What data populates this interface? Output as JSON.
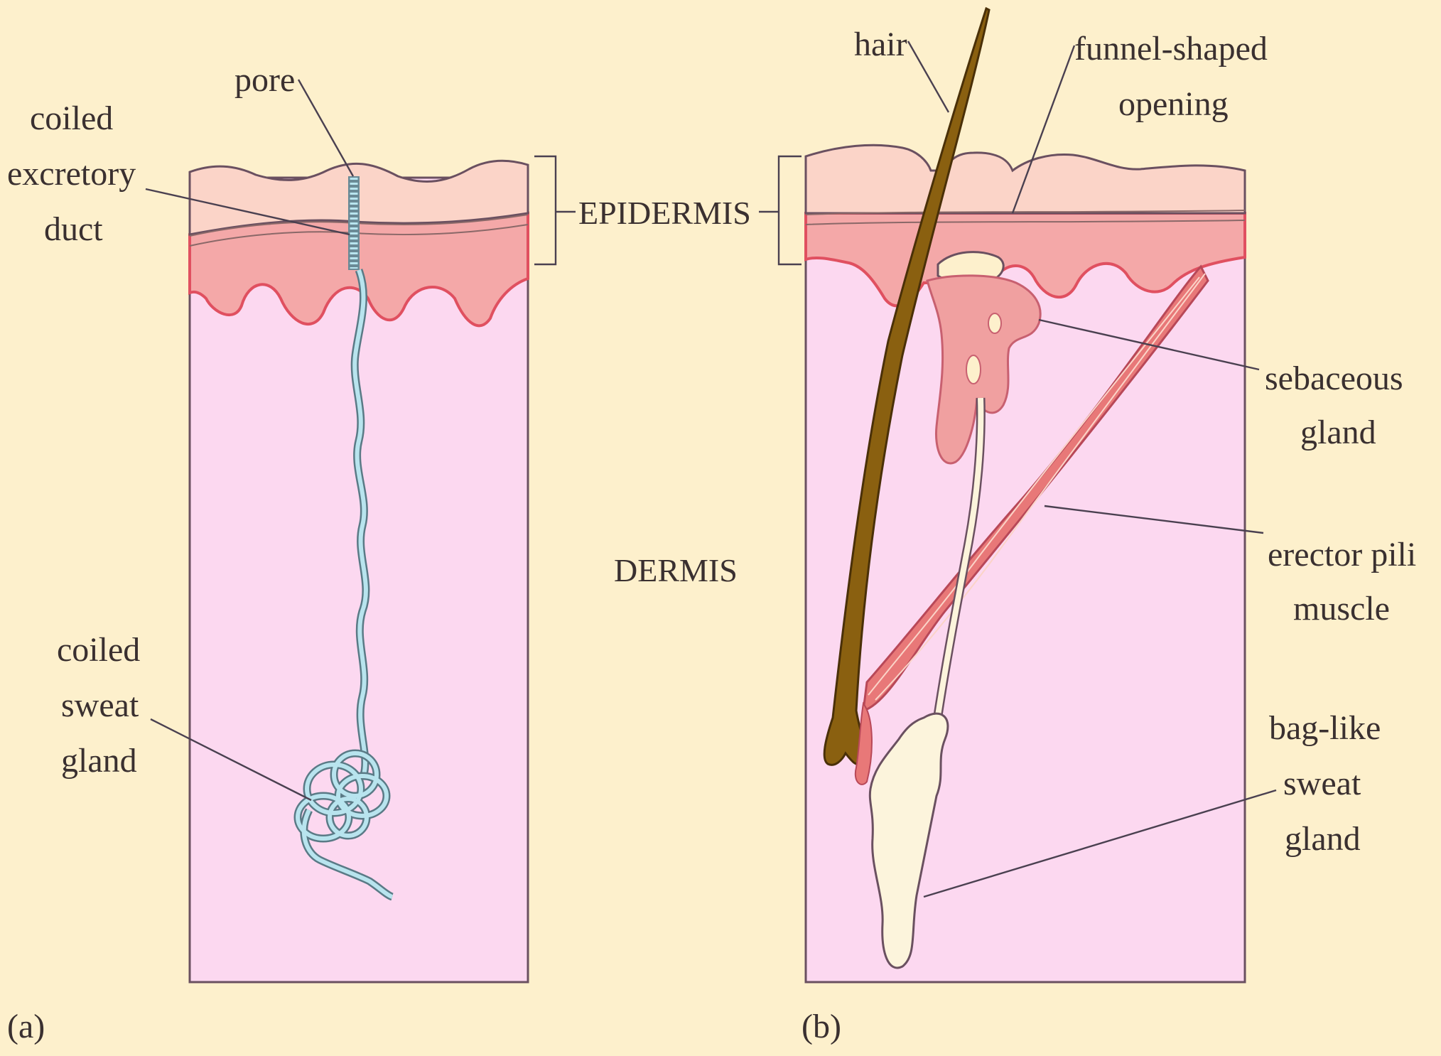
{
  "colors": {
    "background": "#fdf0cc",
    "dermis": "#fcd8f0",
    "epidermis_upper": "#fbd4c8",
    "epidermis_lower": "#f4a8a8",
    "basal_line": "#e05060",
    "outline": "#6a5060",
    "sweat_duct": "#b8e4ee",
    "hair": "#8a6010",
    "sebaceous": "#f0a0a0",
    "muscle": "#e87878",
    "bag_gland": "#fcf4dc"
  },
  "panel_a": {
    "label": "(a)",
    "labels": {
      "pore": "pore",
      "duct_1": "coiled",
      "duct_2": "excretory",
      "duct_3": "duct",
      "gland_1": "coiled",
      "gland_2": "sweat",
      "gland_3": "gland"
    }
  },
  "center": {
    "epidermis": "EPIDERMIS",
    "dermis": "DERMIS"
  },
  "panel_b": {
    "label": "(b)",
    "labels": {
      "hair": "hair",
      "funnel_1": "funnel-shaped",
      "funnel_2": "opening",
      "sebaceous_1": "sebaceous",
      "sebaceous_2": "gland",
      "muscle_1": "erector pili",
      "muscle_2": "muscle",
      "bag_1": "bag-like",
      "bag_2": "sweat",
      "bag_3": "gland"
    }
  }
}
